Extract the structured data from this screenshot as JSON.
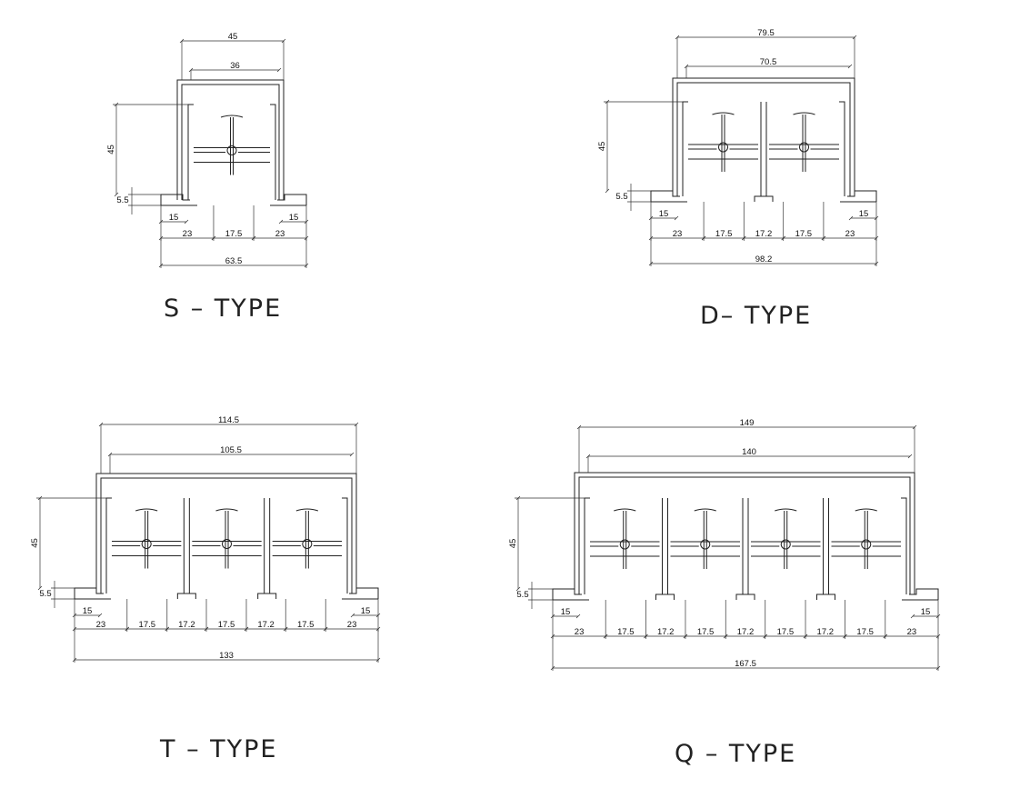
{
  "drawings": [
    {
      "id": "s",
      "title": "S  –  TYPE",
      "n": 1,
      "top": [
        "45",
        "36"
      ],
      "height": "45",
      "step": "5.5",
      "bottom": [
        "23",
        "17.5",
        "23"
      ],
      "total": "63.5",
      "side": [
        "15",
        "15"
      ]
    },
    {
      "id": "d",
      "title": "D–  TYPE",
      "n": 2,
      "top": [
        "79.5",
        "70.5"
      ],
      "height": "45",
      "step": "5.5",
      "bottom": [
        "23",
        "17.5",
        "17.2",
        "17.5",
        "23"
      ],
      "total": "98.2",
      "side": [
        "15",
        "15"
      ]
    },
    {
      "id": "t",
      "title": "T  –  TYPE",
      "n": 3,
      "top": [
        "114.5",
        "105.5"
      ],
      "height": "45",
      "step": "5.5",
      "bottom": [
        "23",
        "17.5",
        "17.2",
        "17.5",
        "17.2",
        "17.5",
        "23"
      ],
      "total": "133",
      "side": [
        "15",
        "15"
      ]
    },
    {
      "id": "q",
      "title": "Q  –  TYPE",
      "n": 4,
      "top": [
        "149",
        "140"
      ],
      "height": "45",
      "step": "5.5",
      "bottom": [
        "23",
        "17.5",
        "17.2",
        "17.5",
        "17.2",
        "17.5",
        "17.2",
        "17.5",
        "23"
      ],
      "total": "167.5",
      "side": [
        "15",
        "15"
      ]
    }
  ]
}
